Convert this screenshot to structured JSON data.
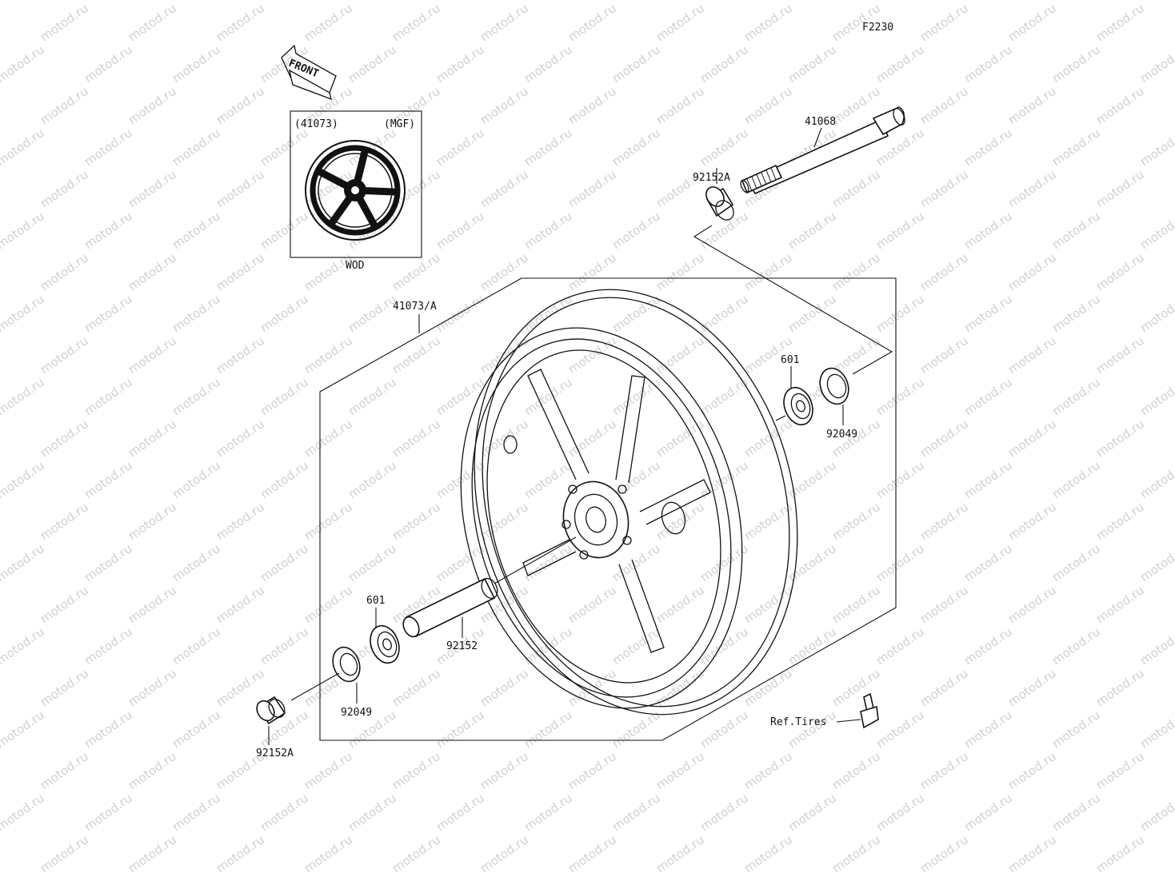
{
  "diagram_code": "F2230",
  "front_arrow_label": "FRONT",
  "inset": {
    "part_no": "(41073)",
    "code": "(MGF)",
    "color": "WOD"
  },
  "watermark": "motod.ru",
  "callouts": {
    "axle": "41068",
    "collar_top": "92152A",
    "wheel": "41073/A",
    "bearing_right": "601",
    "seal_right": "92049",
    "bearing_left": "601",
    "spacer": "92152",
    "seal_left": "92049",
    "collar_bottom": "92152A",
    "valve_ref": "Ref.Tires"
  }
}
